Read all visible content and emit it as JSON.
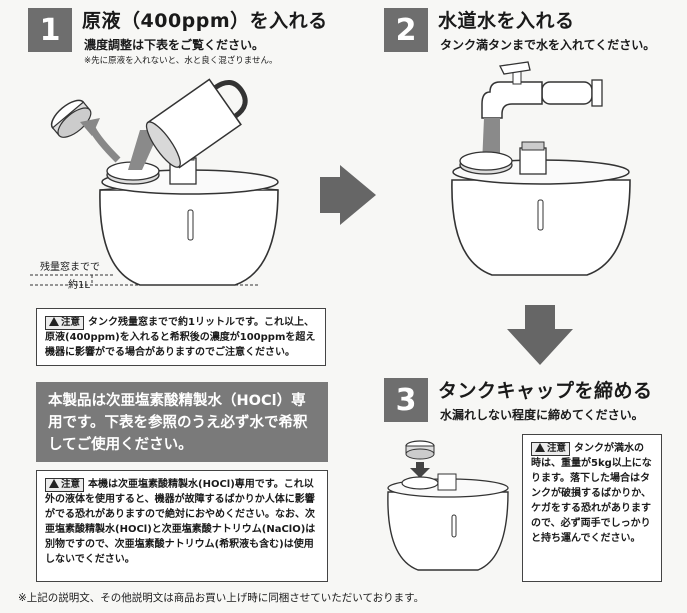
{
  "step1": {
    "number": "1",
    "title": "原液（400ppm）を入れる",
    "subtitle": "濃度調整は下表をご覧ください。",
    "small_note": "※先に原液を入れないと、水と良く混ざりません。",
    "label_window": "残量窓までで",
    "label_volume": "約1L",
    "caution_badge": "注意",
    "caution_text": "タンク残量窓までで約1リットルです。これ以上、原液(400ppm)を入れると希釈後の濃度が100ppmを超え機器に影響がでる場合がありますのでご注意ください。"
  },
  "step2": {
    "number": "2",
    "title": "水道水を入れる",
    "subtitle": "タンク満タンまで水を入れてください。"
  },
  "step3": {
    "number": "3",
    "title": "タンクキャップを締める",
    "subtitle": "水漏れしない程度に締めてください。",
    "caution_badge": "注意",
    "caution_text": "タンクが満水の時は、重量が5kg以上になります。落下した場合はタンクが破損するばかりか、ケガをする恐れがありますので、必ず両手でしっかりと持ち運んでください。"
  },
  "product_notice": "本製品は次亜塩素酸精製水（HOCl）専用です。下表を参照のうえ必ず水で希釈してご使用ください。",
  "bottom_caution": {
    "badge": "注意",
    "text": "本機は次亜塩素酸精製水(HOCl)専用です。これ以外の液体を使用すると、機器が故障するばかりか人体に影響がでる恐れがありますので絶対におやめください。なお、次亜塩素酸精製水(HOCl)と次亜塩素酸ナトリウム(NaClO)は別物ですので、次亜塩素酸ナトリウム(希釈液も含む)は使用しないでください。"
  },
  "footer": "※上記の説明文、その他説明文は商品お買い上げ時に同梱させていただいております。"
}
